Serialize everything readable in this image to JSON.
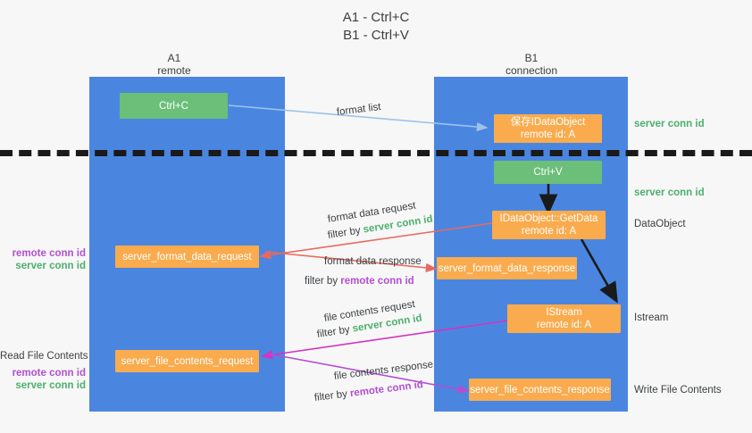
{
  "title": {
    "line1": "A1 - Ctrl+C",
    "line2": "B1 - Ctrl+V"
  },
  "columns": [
    {
      "name": "A1",
      "sub": "remote"
    },
    {
      "name": "B1",
      "sub": "connection"
    }
  ],
  "boxes": {
    "ctrl_c": "Ctrl+C",
    "ctrl_v": "Ctrl+V",
    "save_idataobject_l1": "保存IDataObject",
    "save_idataobject_l2": "remote id: A",
    "getdata_l1": "IDataObject::GetData",
    "getdata_l2": "remote id: A",
    "istream_l1": "IStream",
    "istream_l2": "remote id: A",
    "server_format_data_request": "server_format_data_request",
    "server_format_data_response": "server_format_data_response",
    "server_file_contents_request": "server_file_contents_request",
    "server_file_contents_response": "server_file_contents_response"
  },
  "right_labels": {
    "server_conn_id_1": "server conn id",
    "server_conn_id_2": "server conn id",
    "dataobject": "DataObject",
    "istream": "Istream",
    "write_file_contents": "Write File Contents"
  },
  "left_labels": {
    "remote_conn_id_1": "remote conn id",
    "server_conn_id_1": "server conn id",
    "read_file_contents": "Read File Contents",
    "remote_conn_id_2": "remote conn id",
    "server_conn_id_2": "server conn id"
  },
  "flows": {
    "format_list": "format list",
    "format_data_request": "format data request",
    "filter_by": "filter by ",
    "server_conn_id": "server conn id",
    "remote_conn_id": "remote conn id",
    "format_data_response": "format data response",
    "file_contents_request": "file contents request",
    "file_contents_response": "file contents response"
  },
  "colors": {
    "lane": "#4a86e0",
    "green_box": "#6bbf78",
    "orange_box": "#f9ab4e",
    "green_text": "#4caf6d",
    "purple_text": "#b24fd0",
    "arrow_blue": "#9dc3ea",
    "arrow_red": "#e8695f",
    "arrow_magenta": "#d632c0",
    "arrow_purple": "#b24fd0",
    "arrow_black": "#1a1a1a",
    "background": "#f7f7f7"
  }
}
